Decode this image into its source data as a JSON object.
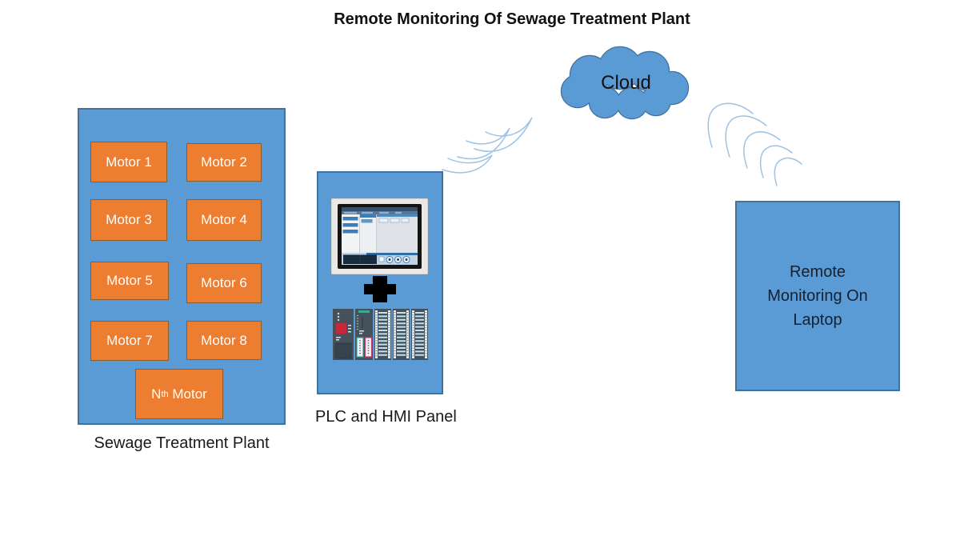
{
  "title": "Remote Monitoring Of Sewage Treatment Plant",
  "cloud": {
    "label": "Cloud"
  },
  "plant": {
    "caption": "Sewage Treatment Plant",
    "motors": [
      "Motor 1",
      "Motor 2",
      "Motor 3",
      "Motor 4",
      "Motor 5",
      "Motor 6",
      "Motor 7",
      "Motor 8"
    ],
    "nth_motor": {
      "base": "N",
      "sup": "th",
      "rest": " Motor"
    }
  },
  "panel": {
    "caption": "PLC and HMI Panel",
    "plus": "+"
  },
  "laptop": {
    "label": "Remote Monitoring On Laptop"
  },
  "icons": {
    "cloud": "cloud-shape",
    "hmi": "hmi-touch-panel",
    "plc": "plc-rack-modules",
    "signal_left": "wireless-signal-arcs",
    "signal_right": "wireless-signal-arcs"
  },
  "colors": {
    "box_fill": "#5B9BD5",
    "box_border": "#41719C",
    "motor_fill": "#ED7D31",
    "motor_border": "#8B5E2A",
    "motor_text": "#FFFFFF",
    "signal": "#9DC3E6",
    "text": "#1A1A1A"
  }
}
